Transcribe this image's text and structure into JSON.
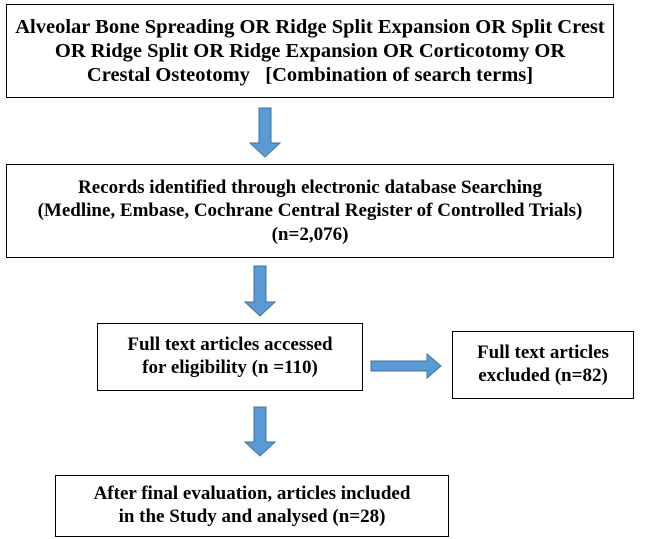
{
  "diagram": {
    "search_terms_box": {
      "lines": [
        "Alveolar Bone Spreading OR Ridge Split Expansion OR Split Crest",
        "OR Ridge Split OR Ridge Expansion OR Corticotomy OR",
        "Crestal Osteotomy   [Combination of search terms]"
      ]
    },
    "records_identified_box": {
      "lines": [
        "Records identified through electronic database Searching",
        "(Medline, Embase, Cochrane Central Register of Controlled Trials)",
        "(n=2,076)"
      ]
    },
    "full_text_assessed_box": {
      "lines": [
        "Full text articles accessed",
        "for eligibility (n =110)"
      ]
    },
    "full_text_excluded_box": {
      "lines": [
        "Full text articles",
        "excluded (n=82)"
      ]
    },
    "included_box": {
      "lines": [
        "After final evaluation, articles included",
        "in the Study and analysed (n=28)"
      ]
    },
    "colors": {
      "arrow_fill": "#5b9bd5",
      "arrow_outline": "#41719c",
      "box_border": "#000000"
    }
  }
}
